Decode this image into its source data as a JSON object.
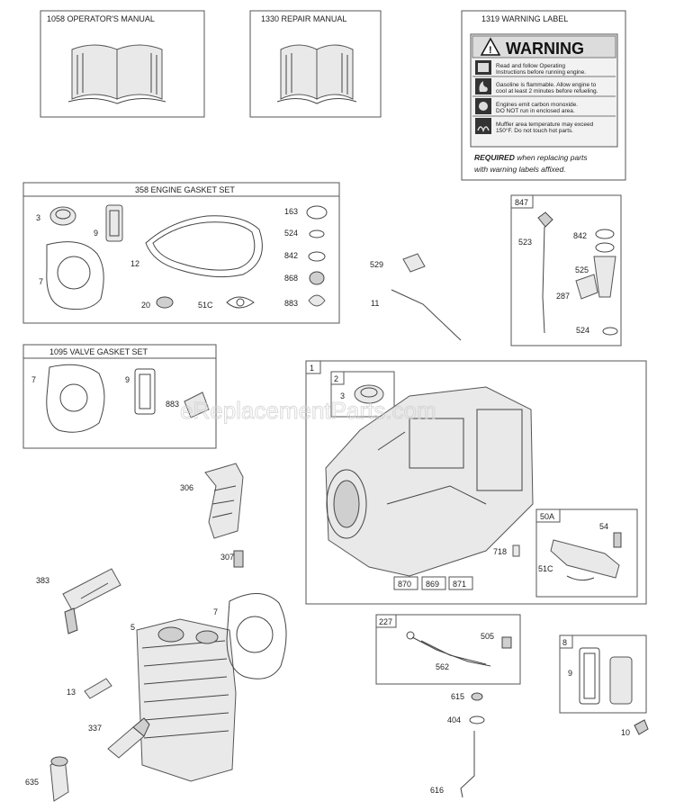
{
  "watermark": "eReplacementParts.com",
  "manuals": {
    "operators_manual": "1058 OPERATOR'S MANUAL",
    "repair_manual": "1330 REPAIR MANUAL",
    "warning_label": "1319 WARNING LABEL"
  },
  "warning_label": {
    "heading": "WARNING",
    "lines": [
      "Read and follow Operating",
      "Instructions before running engine.",
      "Gasoline is flammable. Allow engine to",
      "cool at least 2 minutes before refueling.",
      "Engines emit carbon monoxide.",
      "DO NOT run in enclosed area.",
      "Muffler area temperature may exceed",
      "150°F.  Do not touch hot parts."
    ],
    "required_bold": "REQUIRED",
    "required_rest": " when replacing parts",
    "required_line2": "with warning labels affixed."
  },
  "engine_gasket_set": {
    "title": "358 ENGINE GASKET SET",
    "labels": [
      "3",
      "9",
      "7",
      "12",
      "20",
      "51C",
      "163",
      "524",
      "842",
      "868",
      "883"
    ]
  },
  "valve_gasket_set": {
    "title": "1095 VALVE GASKET SET",
    "labels": [
      "7",
      "9",
      "883"
    ]
  },
  "dipstick_box": {
    "title": "847",
    "labels": [
      "523",
      "842",
      "525",
      "287",
      "524"
    ]
  },
  "cylinder_box": {
    "title": "1",
    "sub_title": "2",
    "sub_label": "3",
    "boxed_labels": [
      "870",
      "869",
      "871"
    ],
    "label_718": "718"
  },
  "breather_box": {
    "title": "50A",
    "labels": [
      "54",
      "51C"
    ]
  },
  "linkage_box": {
    "title": "227",
    "labels": [
      "505",
      "562"
    ]
  },
  "gasket_box_8": {
    "title": "8",
    "labels": [
      "9"
    ]
  },
  "loose_labels": {
    "l529": "529",
    "l11": "11",
    "l306": "306",
    "l307": "307",
    "l383": "383",
    "l5": "5",
    "l7": "7",
    "l13": "13",
    "l337": "337",
    "l635": "635",
    "l615": "615",
    "l404": "404",
    "l616": "616",
    "l10": "10"
  }
}
